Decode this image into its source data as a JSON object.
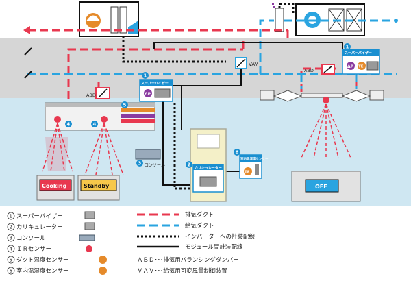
{
  "labels": {
    "vav": "VAV",
    "abd": "ABD",
    "supervisor": "スーパーバイザー",
    "calculator": "カリキュレーター",
    "console": "コンソール",
    "room_sensor": "室内温湿度センサー",
    "dp": "ΔP",
    "te": "TE",
    "cooking": "Cooking",
    "standby": "Standby",
    "off": "OFF"
  },
  "markers": [
    "1",
    "2",
    "3",
    "4",
    "5",
    "6"
  ],
  "legend_left": [
    {
      "num": "1",
      "text": "スーパーバイザー"
    },
    {
      "num": "2",
      "text": "カリキュレーター"
    },
    {
      "num": "3",
      "text": "コンソール"
    },
    {
      "num": "4",
      "text": "ＩＲセンサー"
    },
    {
      "num": "5",
      "text": "ダクト温度センサー"
    },
    {
      "num": "6",
      "text": "室内温湿度センサー"
    }
  ],
  "legend_lines": [
    {
      "text": "排気ダクト",
      "style": "exhaust"
    },
    {
      "text": "給気ダクト",
      "style": "supply"
    },
    {
      "text": "インバーターへの計装配線",
      "style": "dotted"
    },
    {
      "text": "モジュール間計装配線",
      "style": "solid"
    }
  ],
  "legend_abbrev": [
    {
      "text": "ＡＢＤ･･･排気用バランシングダンパー"
    },
    {
      "text": "ＶＡＶ･･･給気用可変風量制御装置"
    }
  ],
  "colors": {
    "exhaust": "#e8384f",
    "supply": "#2aa4e0",
    "marker_blue": "#1a8fd0",
    "ceiling": "#d4d4d4",
    "room": "#cfe8f3",
    "purple": "#8a3aa0",
    "orange": "#e58a2a"
  }
}
